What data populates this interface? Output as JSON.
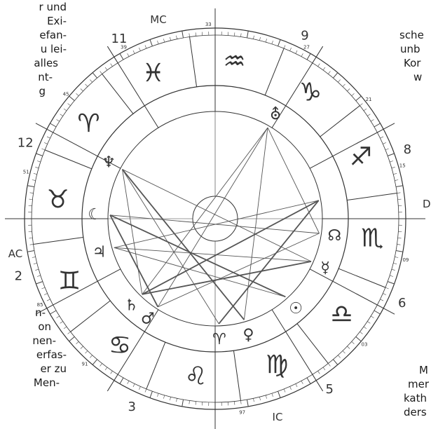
{
  "left_text": [
    "r und",
    "Exi-",
    "efan-",
    "u lei-",
    "alles",
    "nt-",
    "g"
  ],
  "left_text_lower": [
    "n-",
    "on",
    "nen-",
    "erfas-",
    "er zu",
    "Men-"
  ],
  "right_text_top": [
    "sche",
    "unb",
    "Kor",
    "w"
  ],
  "right_text_bottom": [
    "M",
    "mer",
    "kath",
    "ders"
  ],
  "chart": {
    "angles": {
      "MC": "MC",
      "IC": "IC",
      "AC": "AC",
      "DC": "DC"
    },
    "houses": [
      "2",
      "3",
      "5",
      "6",
      "8",
      "9",
      "11",
      "12"
    ],
    "degree_marks": [
      "39",
      "33",
      "27",
      "21",
      "15",
      "09",
      "03",
      "97",
      "91",
      "85",
      "51",
      "45"
    ],
    "planet_glyphs": [
      "♆",
      "☾",
      "♃",
      "♄",
      "♂",
      "♈",
      "♀",
      "☉",
      "☿",
      "☊",
      "⛢"
    ],
    "zodiac_glyphs": [
      "♐",
      "♑",
      "♒",
      "♓",
      "♈",
      "♉",
      "♊",
      "♋",
      "♌",
      "♍",
      "♎",
      "♏"
    ]
  },
  "colors": {
    "ink": "#333333",
    "sign_fill": "#3a3a3a",
    "faded_text": "#c8c8c8"
  }
}
